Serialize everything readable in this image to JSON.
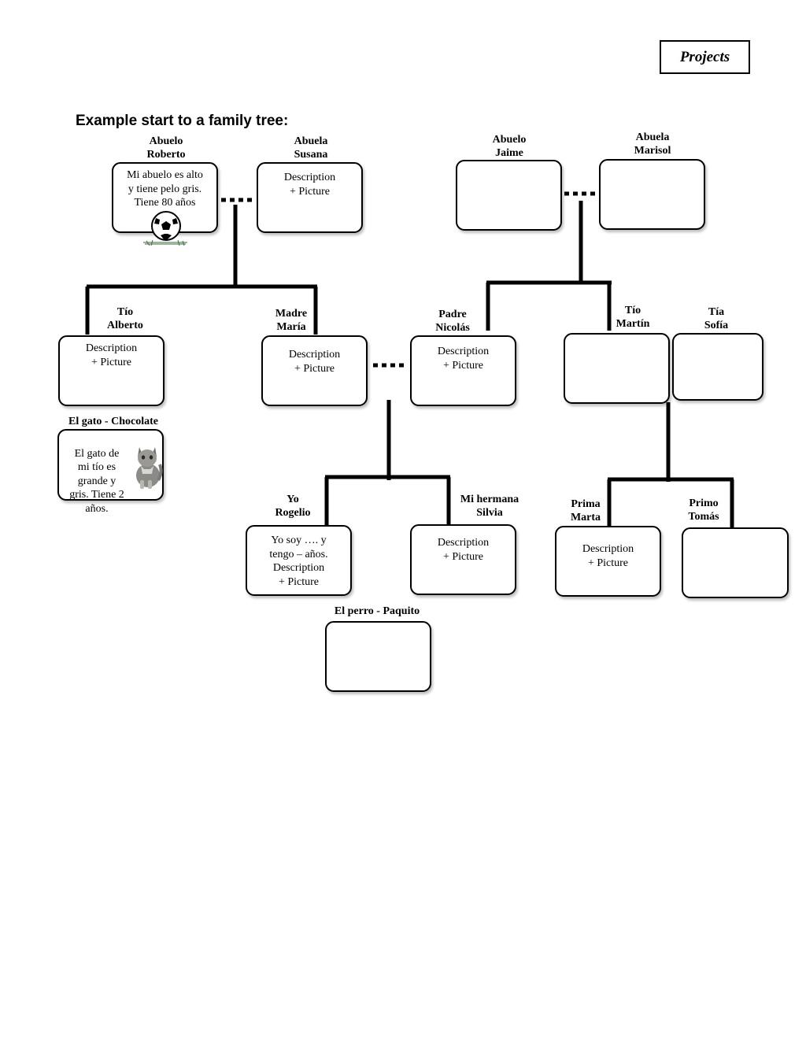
{
  "header": {
    "badge": "Projects",
    "title": "Example start to a family tree:"
  },
  "members": {
    "abuelo_roberto": {
      "label": "Abuelo\nRoberto",
      "text": "Mi abuelo es alto\ny tiene pelo gris.\nTiene 80 años"
    },
    "abuela_susana": {
      "label": "Abuela\nSusana",
      "text": "Description\n+ Picture"
    },
    "abuelo_jaime": {
      "label": "Abuelo\nJaime",
      "text": ""
    },
    "abuela_marisol": {
      "label": "Abuela\nMarisol",
      "text": ""
    },
    "tio_alberto": {
      "label": "Tío\nAlberto",
      "text": "Description\n+ Picture"
    },
    "madre_maria": {
      "label": "Madre\nMaría",
      "text": "Description\n+ Picture"
    },
    "padre_nicolas": {
      "label": "Padre\nNicolás",
      "text": "Description\n+ Picture"
    },
    "tio_martin": {
      "label": "Tío\nMartín",
      "text": ""
    },
    "tia_sofia": {
      "label": "Tía\nSofía",
      "text": ""
    },
    "gato": {
      "label": "El gato - Chocolate",
      "text": "El gato de\nmi tío es\ngrande y\ngris. Tiene 2\naños."
    },
    "yo_rogelio": {
      "label": "Yo\nRogelio",
      "text": "Yo soy …. y\ntengo – años.\nDescription\n+ Picture"
    },
    "hermana_silvia": {
      "label": "Mi hermana\nSilvia",
      "text": "Description\n+ Picture"
    },
    "prima_marta": {
      "label": "Prima\nMarta",
      "text": "Description\n+ Picture"
    },
    "primo_tomas": {
      "label": "Primo\nTomás",
      "text": ""
    },
    "perro": {
      "label": "El perro - Paquito",
      "text": ""
    }
  },
  "icons": {
    "grandfather_picture": "soccer-ball-icon",
    "cat_picture": "kitten-icon"
  },
  "colors": {
    "line": "#000000",
    "box_border": "#000000",
    "background": "#ffffff"
  }
}
